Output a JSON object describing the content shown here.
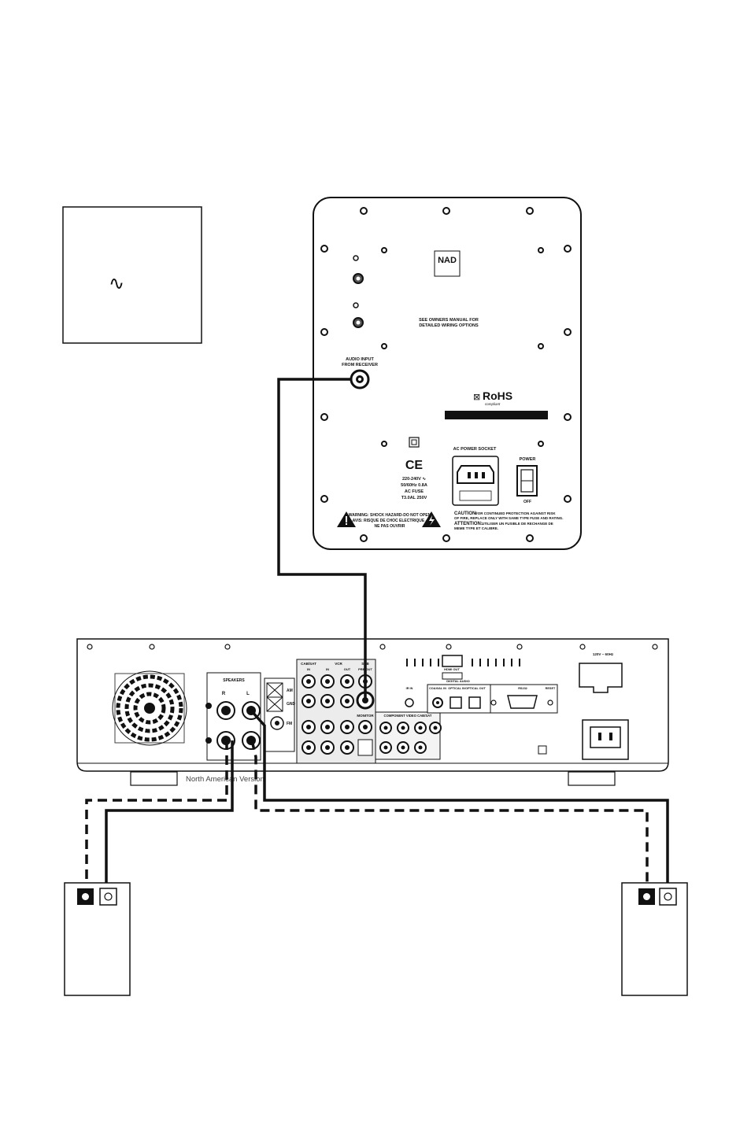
{
  "legend_box": {
    "ac_symbol": "∿"
  },
  "subwoofer_panel": {
    "brand": "NAD",
    "manual_note_1": "SEE OWNERS MANUAL FOR",
    "manual_note_2": "DETAILED WIRING OPTIONS",
    "audio_input_1": "AUDIO INPUT",
    "audio_input_2": "FROM RECEIVER",
    "rohs": "RoHS",
    "rohs_sub": "compliant",
    "ce": "CE",
    "rating_1": "220-240V ∿",
    "rating_2": "50/60Hz 0.8A",
    "rating_3": "AC FUSE",
    "rating_4": "T3.0AL 250V",
    "ac_socket": "AC POWER SOCKET",
    "power": "POWER",
    "off": "OFF",
    "warning_1": "WARNING: SHOCK HAZARD-DO NOT OPEN",
    "warning_2": "AVIS: RISQUE DE CHOC ELECTRIQUE -",
    "warning_3": "NE PAS OUVRIR",
    "caution_title": "CAUTION:",
    "caution_text_1": "FOR CONTINUED PROTECTION AGAINST RISK",
    "caution_text_2": "OF FIRE, REPLACE ONLY WITH SAME TYPE FUSE AND RATING.",
    "attention_title": "ATTENTION:",
    "attention_text_1": "UTILISER UN FUSIBLE DE RECHANGE DE",
    "attention_text_2": "MEME TYPE ET CALIBRE."
  },
  "receiver": {
    "speakers": "SPEAKERS",
    "right": "R",
    "left": "L",
    "am": "AM",
    "gnd": "GND",
    "fm": "FM",
    "cabsat": "CAB/SAT",
    "vcr": "VCR",
    "sub": "SUB",
    "in": "IN",
    "out": "OUT",
    "preout": "PRE OUT",
    "monitor": "MONITOR",
    "component": "COMPONENT VIDEO CAB/SAT",
    "hdmi_out": "HDMI OUT",
    "digital_audio": "DIGITAL AUDIO",
    "coaxial_in": "COAXIAL IN",
    "optical_in": "OPTICAL IN",
    "optical_out": "OPTICAL OUT",
    "ir_in": "IR IN",
    "rs232": "RS232",
    "reset": "RESET",
    "voltage": "120V ~ 60Hz",
    "version": "North American Version"
  }
}
